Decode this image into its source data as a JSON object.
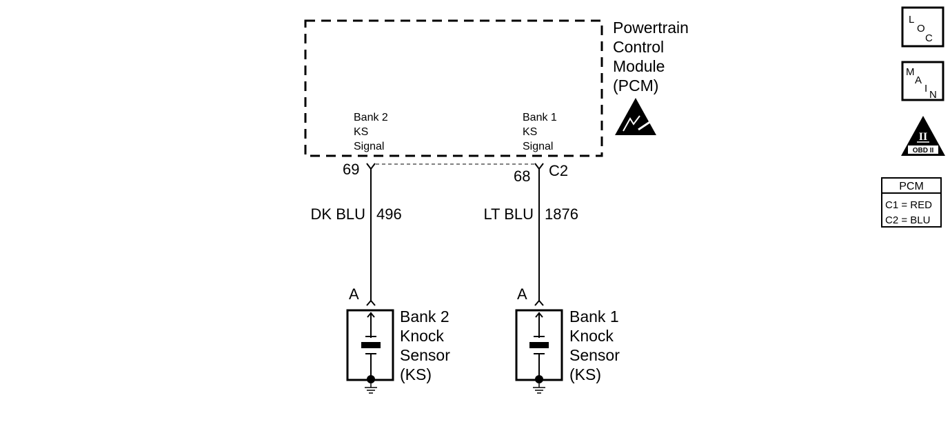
{
  "pcm": {
    "title_lines": [
      "Powertrain",
      "Control",
      "Module",
      "(PCM)"
    ]
  },
  "bank2_signal": {
    "label_lines": [
      "Bank 2",
      "KS",
      "Signal"
    ],
    "pin": "69",
    "wire_color": "DK BLU",
    "circuit": "496",
    "terminal": "A",
    "sensor_lines": [
      "Bank 2",
      "Knock",
      "Sensor",
      "(KS)"
    ]
  },
  "bank1_signal": {
    "label_lines": [
      "Bank 1",
      "KS",
      "Signal"
    ],
    "pin": "68",
    "connector": "C2",
    "wire_color": "LT BLU",
    "circuit": "1876",
    "terminal": "A",
    "sensor_lines": [
      "Bank 1",
      "Knock",
      "Sensor",
      "(KS)"
    ]
  },
  "side_icons": {
    "loc": [
      "L",
      "O",
      "C"
    ],
    "main": [
      "M",
      "A",
      "I",
      "N"
    ],
    "obd": {
      "numeral": "II",
      "label": "OBD II"
    }
  },
  "pcm_legend": {
    "header": "PCM",
    "rows": [
      "C1 = RED",
      "C2 = BLU"
    ]
  }
}
